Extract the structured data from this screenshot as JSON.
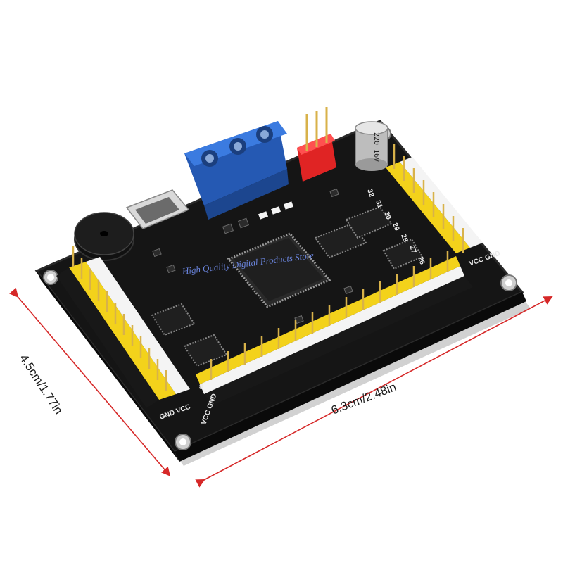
{
  "product": {
    "width_label": "6.3cm/2.48in",
    "height_label": "4.5cm/1.77in"
  },
  "watermark": "High Quality Digital Products Store",
  "board": {
    "capacitor_text": "220 16V",
    "silkscreen": {
      "gnd_vcc_left": "GND VCC",
      "vcc_gnd_bottom": "VCC GND",
      "vcc_gnd_right": "VCC GND",
      "pin_numbers": [
        "32",
        "31",
        "30",
        "29",
        "28",
        "27",
        "26"
      ],
      "pin_8": "8"
    }
  },
  "colors": {
    "board": "#151515",
    "terminal_block": "#2f6fd6",
    "header_red": "#e02424",
    "header_yellow": "#f3d21b",
    "dimension_line": "#d62828"
  }
}
